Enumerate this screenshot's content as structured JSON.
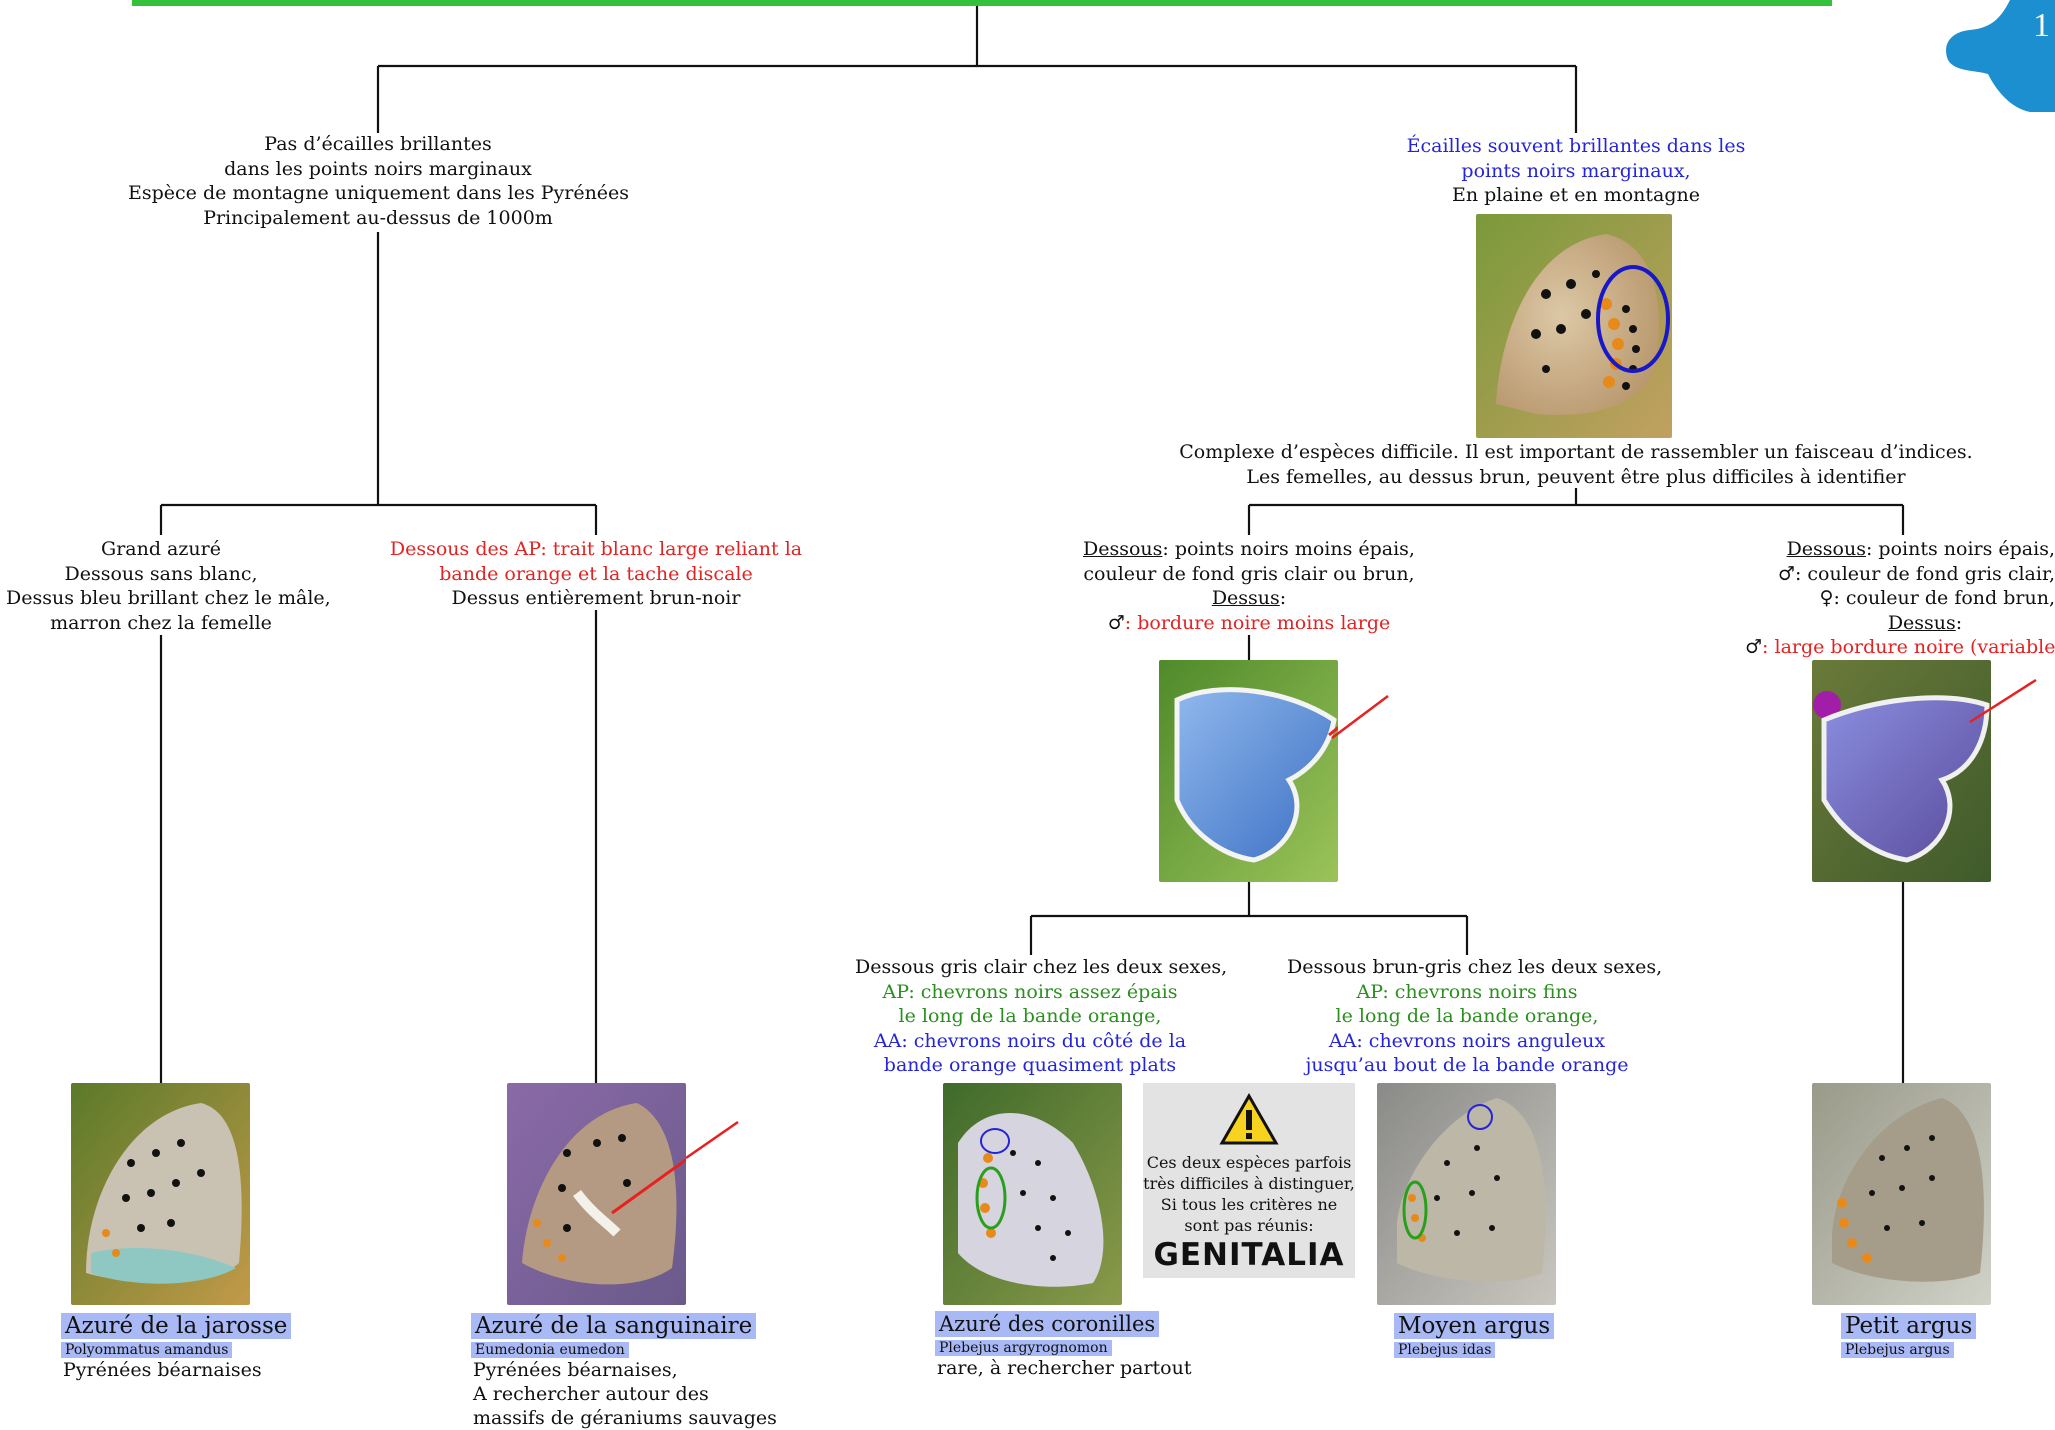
{
  "page_number": "1",
  "root": {
    "left_branch": [
      "Pas d’écailles brillantes",
      "dans les points noirs marginaux",
      "Espèce de montagne uniquement dans les Pyrénées",
      "Principalement au-dessus de 1000m"
    ],
    "right_branch_blue": [
      "Écailles souvent brillantes dans les",
      "points noirs marginaux,"
    ],
    "right_branch_black": "En plaine et en montagne",
    "complex_note": [
      "Complexe d’espèces difficile. Il est important de rassembler un faisceau d’indices.",
      "Les femelles, au dessus brun, peuvent être plus difficiles à identifier"
    ]
  },
  "nodes": {
    "grand_azure": [
      "Grand azuré",
      "Dessous sans blanc,",
      "Dessus bleu brillant chez le mâle,",
      "marron chez la femelle"
    ],
    "sanguinaire_red": [
      "Dessous des AP: trait blanc large reliant la",
      "bande orange et la tache discale"
    ],
    "sanguinaire_black": "Dessus entièrement brun-noir",
    "thin_points": {
      "dessous_label": "Dessous",
      "line1_rest": ": points noirs moins épais,",
      "line2": "couleur de fond gris clair ou brun,",
      "dessus_label": "Dessus",
      "male_symbol": "♂",
      "male_text": ": bordure noire moins large"
    },
    "thick_points": {
      "dessous_label": "Dessous",
      "line1_rest": ": points noirs épais,",
      "male_symbol": "♂",
      "male_text": ": couleur de fond gris clair,",
      "female_symbol": "♀",
      "female_text": ": couleur de fond brun,",
      "dessus_label": "Dessus",
      "male_text2": ": large bordure noire (variable)"
    },
    "coronilles_desc": {
      "black": "Dessous gris clair chez les deux sexes,",
      "green": [
        "AP: chevrons noirs assez épais",
        "le long de la bande orange,"
      ],
      "blue": [
        "AA: chevrons noirs du côté de la",
        "bande orange quasiment plats"
      ]
    },
    "idas_desc": {
      "black": "Dessous brun-gris chez les deux sexes,",
      "green": [
        "AP: chevrons noirs fins",
        "le long de la bande orange,"
      ],
      "blue": [
        "AA: chevrons noirs anguleux",
        "jusqu’au bout de la bande orange"
      ]
    }
  },
  "warning": {
    "icon": "warning-triangle-icon",
    "lines": [
      "Ces deux espèces parfois",
      "très difficiles à distinguer,",
      "Si tous les critères ne",
      "sont pas réunis:"
    ],
    "keyword": "GENITALIA"
  },
  "species": [
    {
      "name": "Azuré de la jarosse",
      "scientific": "Polyommatus amandus",
      "location": [
        "Pyrénées béarnaises"
      ]
    },
    {
      "name": "Azuré de la sanguinaire",
      "scientific": "Eumedonia eumedon",
      "location": [
        "Pyrénées béarnaises,",
        "A rechercher autour des",
        "massifs de géraniums sauvages"
      ]
    },
    {
      "name": "Azuré des coronilles",
      "scientific": "Plebejus argyrognomon",
      "location": [
        "rare, à rechercher partout"
      ]
    },
    {
      "name": "Moyen argus",
      "scientific": "Plebejus idas",
      "location": []
    },
    {
      "name": "Petit argus",
      "scientific": "Plebejus argus",
      "location": []
    }
  ],
  "colors": {
    "green_bar": "#33c23a",
    "label_bg": "#a8b9f5",
    "red": "#e32222",
    "blue": "#2525d8",
    "green": "#2a8f1e",
    "butterfly_logo": "#1b8fd0"
  }
}
